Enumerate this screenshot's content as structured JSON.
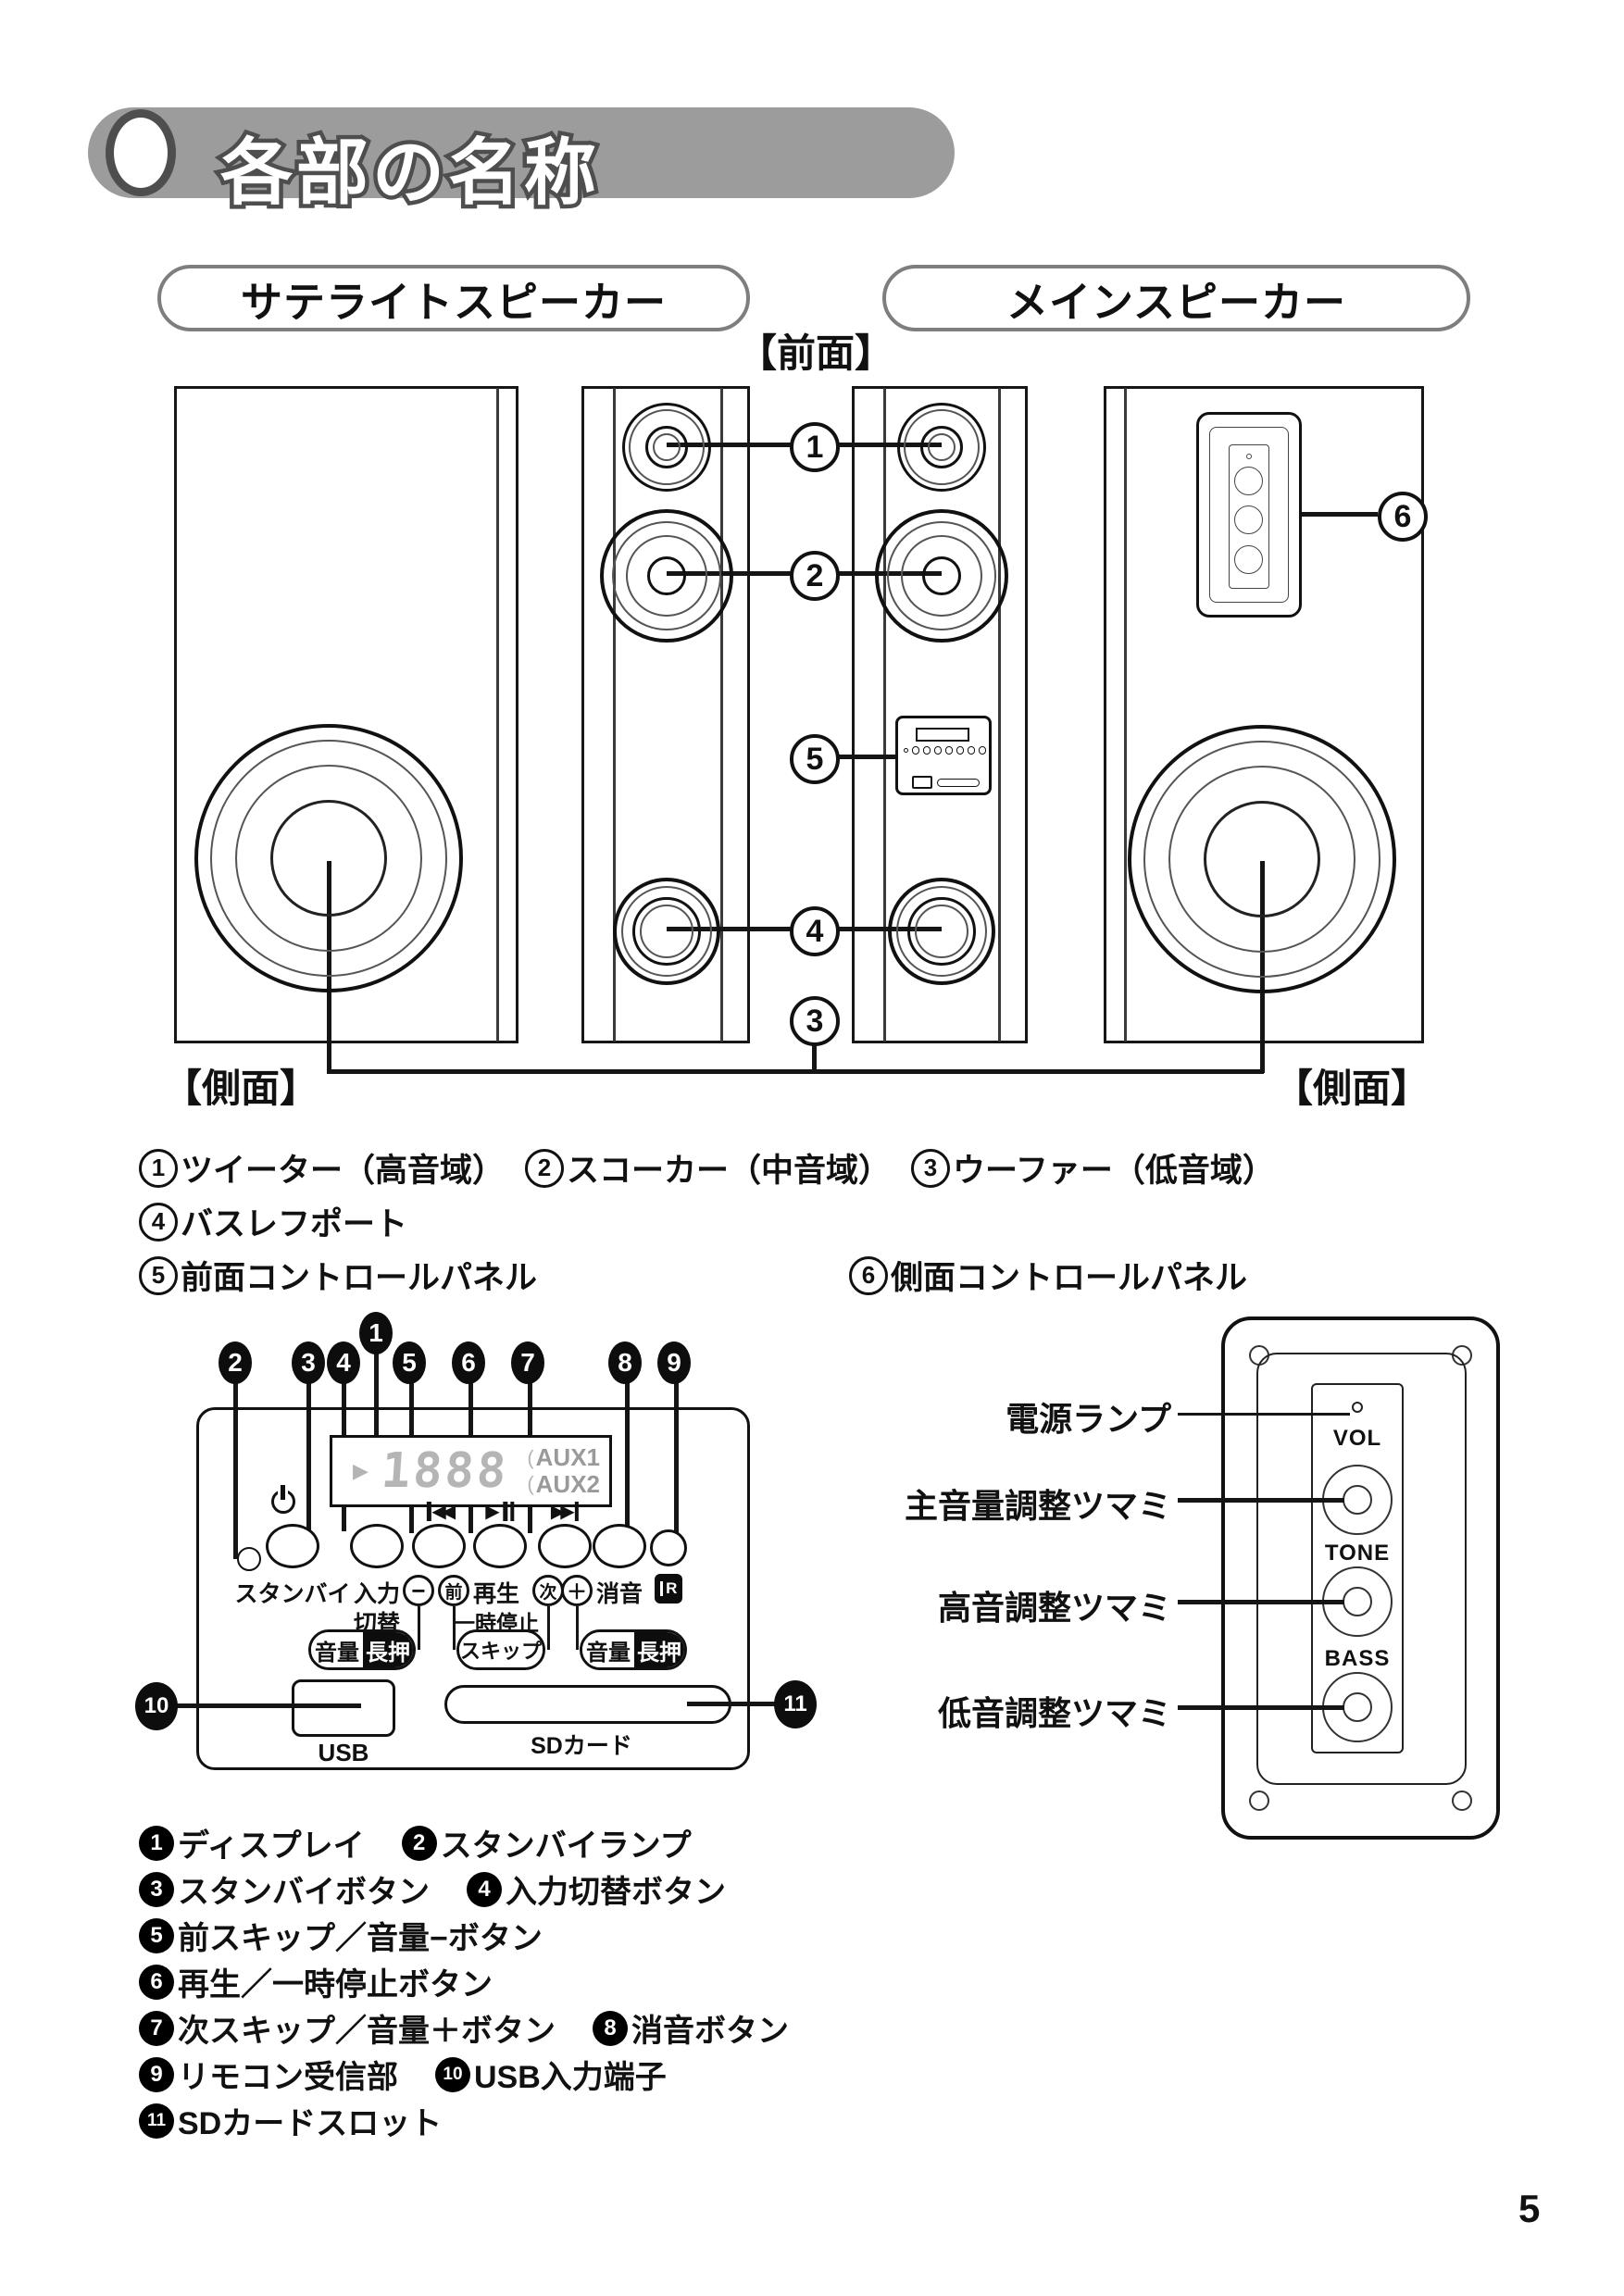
{
  "page_number": "5",
  "header": {
    "title": "各部の名称"
  },
  "labels": {
    "satellite": "サテライトスピーカー",
    "main": "メインスピーカー",
    "front": "【前面】",
    "side_left": "【側面】",
    "side_right": "【側面】"
  },
  "callouts": {
    "c1": "1",
    "c2": "2",
    "c3": "3",
    "c4": "4",
    "c5": "5",
    "c6": "6"
  },
  "parts": {
    "row1": [
      {
        "num": "1",
        "text": "ツイーター（高音域）"
      },
      {
        "num": "2",
        "text": "スコーカー（中音域）"
      },
      {
        "num": "3",
        "text": "ウーファー（低音域）"
      }
    ],
    "row2": [
      {
        "num": "4",
        "text": "バスレフポート"
      }
    ],
    "row3": [
      {
        "num": "5",
        "text": "前面コントロールパネル"
      }
    ],
    "row3b": [
      {
        "num": "6",
        "text": "側面コントロールパネル"
      }
    ]
  },
  "front_panel": {
    "badges": {
      "b1": "1",
      "b2": "2",
      "b3": "3",
      "b4": "4",
      "b5": "5",
      "b6": "6",
      "b7": "7",
      "b8": "8",
      "b9": "9",
      "b10": "10",
      "b11": "11"
    },
    "display": {
      "play": "▶",
      "digits": "1888",
      "aux_indicator": "(",
      "aux1": "AUX1",
      "aux2": "AUX2"
    },
    "icons": {
      "prev_arrows": "◀◀",
      "play_arrow": "▶",
      "next_arrows": "▶▶",
      "ir_letter": "R"
    },
    "labels": {
      "standby": "スタンバイ",
      "input1": "入力",
      "input2": "切替",
      "minus": "−",
      "prev": "前",
      "play1": "再生",
      "play2": "一時停止",
      "next": "次",
      "plus": "＋",
      "mute": "消音",
      "usb": "USB",
      "sd": "SDカード"
    },
    "pills": {
      "volume": "音量",
      "long": "長押",
      "skip": "スキップ"
    }
  },
  "side_panel": {
    "power_lamp": "電源ランプ",
    "volume": "主音量調整ツマミ",
    "treble": "高音調整ツマミ",
    "bass": "低音調整ツマミ",
    "vol": "VOL",
    "tone": "TONE",
    "bass_knob": "BASS"
  },
  "legend": {
    "rows": [
      [
        {
          "num": "1",
          "text": "ディスプレイ"
        },
        {
          "num": "2",
          "text": "スタンバイランプ"
        }
      ],
      [
        {
          "num": "3",
          "text": "スタンバイボタン"
        },
        {
          "num": "4",
          "text": "入力切替ボタン"
        }
      ],
      [
        {
          "num": "5",
          "text": "前スキップ／音量−ボタン"
        }
      ],
      [
        {
          "num": "6",
          "text": "再生／一時停止ボタン"
        }
      ],
      [
        {
          "num": "7",
          "text": "次スキップ／音量＋ボタン"
        },
        {
          "num": "8",
          "text": "消音ボタン"
        }
      ],
      [
        {
          "num": "9",
          "text": "リモコン受信部"
        },
        {
          "num": "10",
          "text": "USB入力端子"
        }
      ],
      [
        {
          "num": "11",
          "text": "SDカードスロット"
        }
      ]
    ]
  }
}
